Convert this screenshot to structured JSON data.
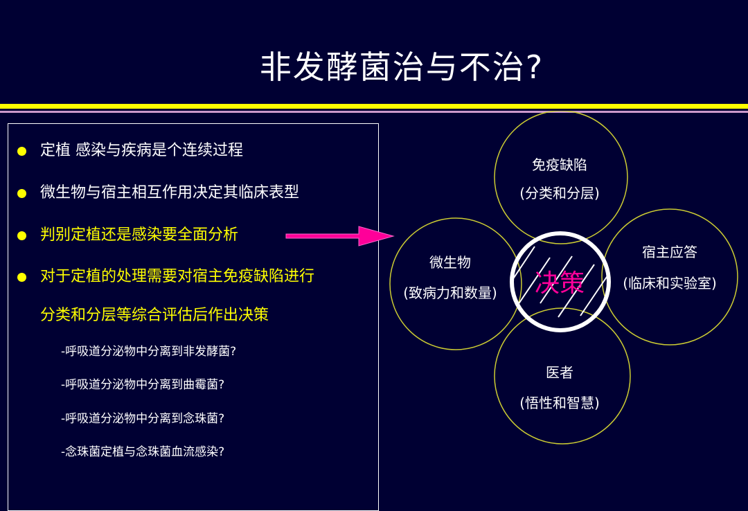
{
  "slide": {
    "title": "非发酵菌治与不治?"
  },
  "bullets": [
    {
      "text": "定植  感染与疾病是个连续过程",
      "color": "white"
    },
    {
      "text": "微生物与宿主相互作用决定其临床表型",
      "color": "white"
    },
    {
      "text": "判别定植还是感染要全面分析",
      "color": "yellow"
    },
    {
      "text": "对于定植的处理需要对宿主免疫缺陷进行",
      "continuation": "分类和分层等综合评估后作出决策",
      "color": "yellow"
    }
  ],
  "sub_items": [
    "-呼吸道分泌物中分离到非发酵菌?",
    "-呼吸道分泌物中分离到曲霉菌?",
    "-呼吸道分泌物中分离到念珠菌?",
    "-念珠菌定植与念珠菌血流感染?"
  ],
  "diagram": {
    "center": "决策",
    "nodes": {
      "top": {
        "line1": "免疫缺陷",
        "line2": "(分类和分层)"
      },
      "left": {
        "line1": "微生物",
        "line2": "(致病力和数量)"
      },
      "right": {
        "line1": "宿主应答",
        "line2": "(临床和实验室)"
      },
      "bottom": {
        "line1": "医者",
        "line2": "(悟性和智慧)"
      }
    }
  },
  "colors": {
    "background": "#000033",
    "accent_yellow": "#ffff00",
    "rule_purple": "#cc99cc",
    "arrow": "#ff0099",
    "circle_outline": "#cccc33",
    "center_text": "#ff0099"
  }
}
